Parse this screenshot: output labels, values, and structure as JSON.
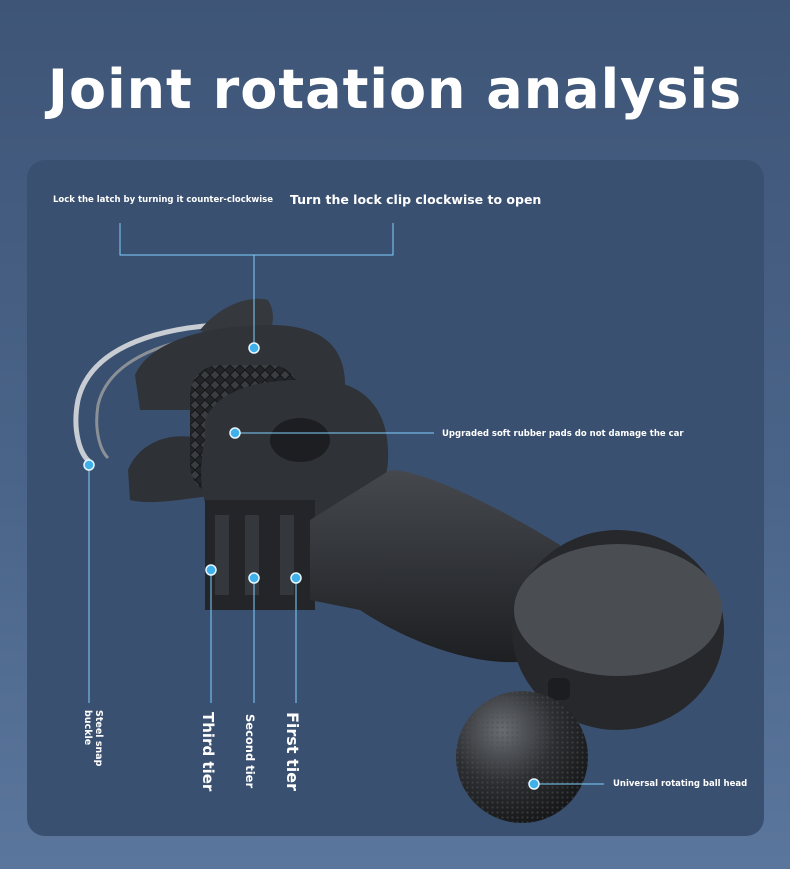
{
  "title": "Joint rotation analysis",
  "labels": {
    "lock_latch": "Lock the latch by turning it counter-clockwise",
    "open_clip": "Turn the lock clip clockwise to open",
    "rubber_pads": "Upgraded soft rubber pads do not damage the car",
    "ball_head": "Universal rotating ball head",
    "steel_snap": "Steel snap buckle",
    "third_tier": "Third tier",
    "second_tier": "Second tier",
    "first_tier": "First tier"
  },
  "colors": {
    "background": "#46608a",
    "panel": "#3a5070",
    "callout_line": "#7fd0ff",
    "callout_dot": "#3fb0ea",
    "product_body": "#2a2d31"
  }
}
